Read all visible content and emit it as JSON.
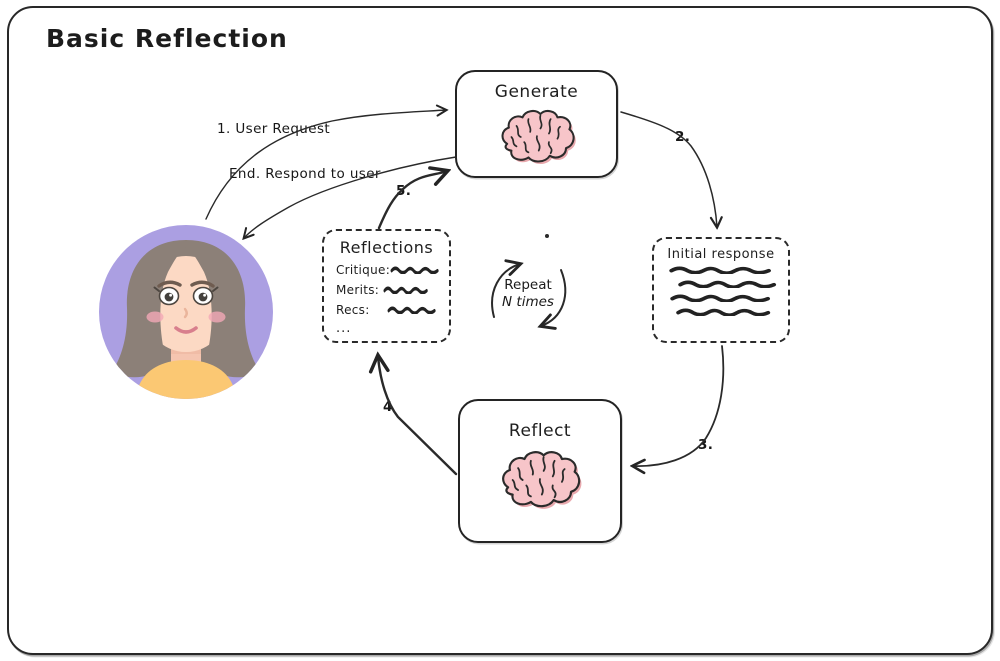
{
  "title": "Basic Reflection",
  "nodes": {
    "generate": {
      "label": "Generate"
    },
    "initial_response": {
      "label": "Initial response"
    },
    "reflections": {
      "label": "Reflections",
      "fields": [
        "Critique:",
        "Merits:",
        "Recs:",
        "..."
      ]
    },
    "reflect": {
      "label": "Reflect"
    }
  },
  "edges": {
    "user_request": "1. User Request",
    "respond_to_user": "End. Respond to user",
    "step2": "2.",
    "step3": "3.",
    "step4": "4",
    "step5": "5."
  },
  "loop": {
    "line1": "Repeat",
    "line2": "N times"
  },
  "colors": {
    "ink": "#242424",
    "brain_fill": "#f7c5c9",
    "brain_shadow": "#e9a9ae",
    "avatar_bg": "#ab9fe2",
    "hair": "#8c8078",
    "skin": "#fcd9c4",
    "neck": "#f5c5b0",
    "shirt": "#fbc873",
    "blush": "#f2a7b6",
    "lips": "#d87f8d"
  }
}
